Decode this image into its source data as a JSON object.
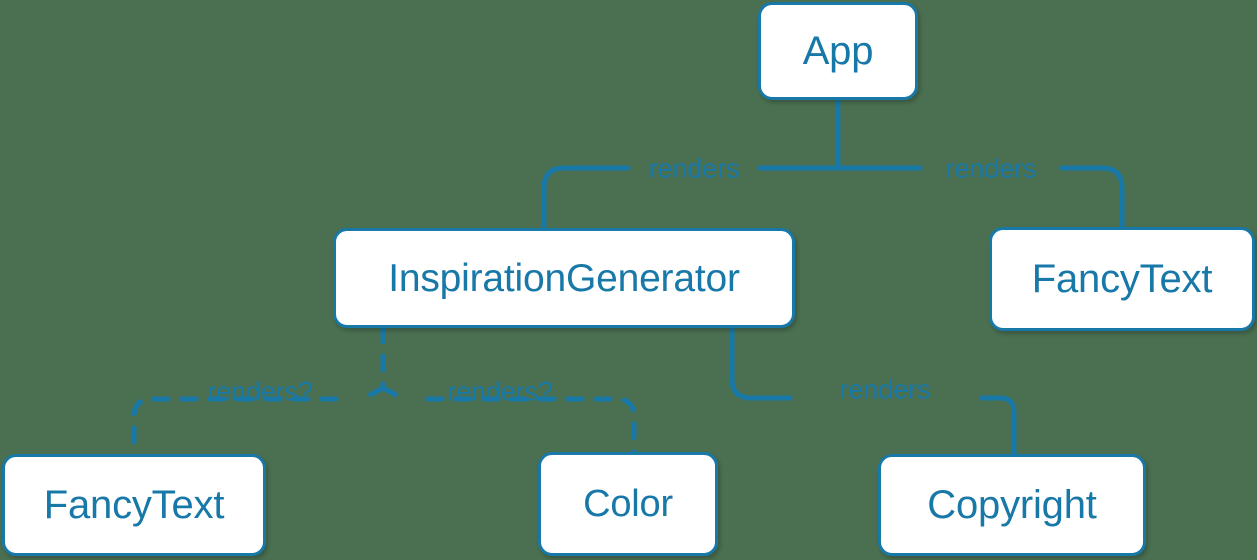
{
  "diagram": {
    "type": "component-tree",
    "background_color": "#4a7051",
    "accent_color": "#1878a8",
    "node_fill_color": "#ffffff",
    "nodes": [
      {
        "id": "app",
        "label": "App"
      },
      {
        "id": "inspiration",
        "label": "InspirationGenerator"
      },
      {
        "id": "fancytext_right",
        "label": "FancyText"
      },
      {
        "id": "fancytext_bottom",
        "label": "FancyText"
      },
      {
        "id": "color",
        "label": "Color"
      },
      {
        "id": "copyright",
        "label": "Copyright"
      }
    ],
    "edges": [
      {
        "from": "app",
        "to": "inspiration",
        "label": "renders",
        "style": "solid"
      },
      {
        "from": "app",
        "to": "fancytext_right",
        "label": "renders",
        "style": "solid"
      },
      {
        "from": "inspiration",
        "to": "fancytext_bottom",
        "label": "renders?",
        "style": "dashed"
      },
      {
        "from": "inspiration",
        "to": "color",
        "label": "renders?",
        "style": "dashed"
      },
      {
        "from": "inspiration",
        "to": "copyright",
        "label": "renders",
        "style": "solid"
      }
    ]
  }
}
